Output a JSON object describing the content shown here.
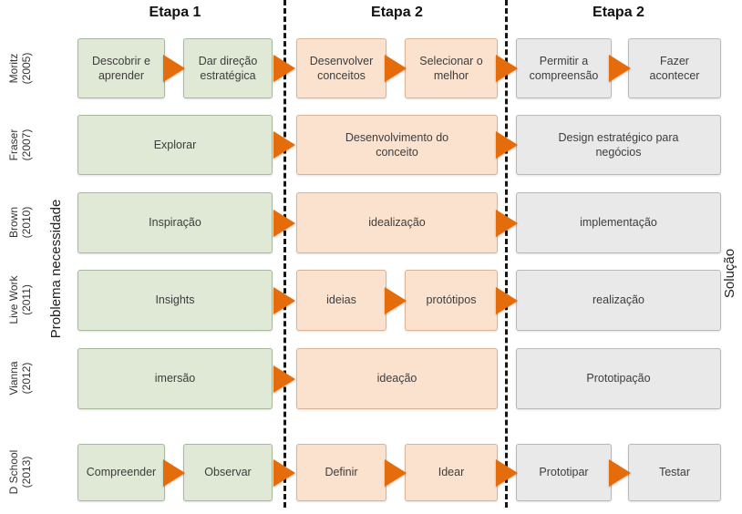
{
  "header": {
    "columns": [
      "Etapa 1",
      "Etapa 2",
      "Etapa 2"
    ]
  },
  "axis": {
    "left_label": "Problema necessidade",
    "right_label": "Solução"
  },
  "colors": {
    "green_box": "#dfe9d5",
    "orange_box": "#fbe2ce",
    "gray_box": "#e9e9e9",
    "arrow": "#e46c0a"
  },
  "rows": [
    {
      "author": "Moritz",
      "year": "(2005)",
      "boxes": [
        {
          "label": "Descobrir e aprender",
          "color": "green"
        },
        {
          "label": "Dar direção estratégica",
          "color": "green"
        },
        {
          "label": "Desenvolver conceitos",
          "color": "orange"
        },
        {
          "label": "Selecionar o melhor",
          "color": "orange"
        },
        {
          "label": "Permitir a compreensão",
          "color": "gray"
        },
        {
          "label": "Fazer acontecer",
          "color": "gray"
        }
      ]
    },
    {
      "author": "Fraser",
      "year": "(2007)",
      "boxes": [
        {
          "label": "Explorar",
          "color": "green"
        },
        {
          "label": "Desenvolvimento do conceito",
          "color": "orange"
        },
        {
          "label": "Design estratégico para negócios",
          "color": "gray"
        }
      ]
    },
    {
      "author": "Brown",
      "year": "(2010)",
      "boxes": [
        {
          "label": "Inspiração",
          "color": "green"
        },
        {
          "label": "idealização",
          "color": "orange"
        },
        {
          "label": "implementação",
          "color": "gray"
        }
      ]
    },
    {
      "author": "Live Work",
      "year": "(2011)",
      "boxes": [
        {
          "label": "Insights",
          "color": "green"
        },
        {
          "label": "ideias",
          "color": "orange"
        },
        {
          "label": "protótipos",
          "color": "orange"
        },
        {
          "label": "realização",
          "color": "gray"
        }
      ]
    },
    {
      "author": "Vianna",
      "year": "(2012)",
      "boxes": [
        {
          "label": "imersão",
          "color": "green"
        },
        {
          "label": "ideação",
          "color": "orange"
        },
        {
          "label": "Prototipação",
          "color": "gray"
        }
      ]
    },
    {
      "author": "D School",
      "year": "(2013)",
      "boxes": [
        {
          "label": "Compreender",
          "color": "green"
        },
        {
          "label": "Observar",
          "color": "green"
        },
        {
          "label": "Definir",
          "color": "orange"
        },
        {
          "label": "Idear",
          "color": "orange"
        },
        {
          "label": "Prototipar",
          "color": "gray"
        },
        {
          "label": "Testar",
          "color": "gray"
        }
      ]
    }
  ]
}
